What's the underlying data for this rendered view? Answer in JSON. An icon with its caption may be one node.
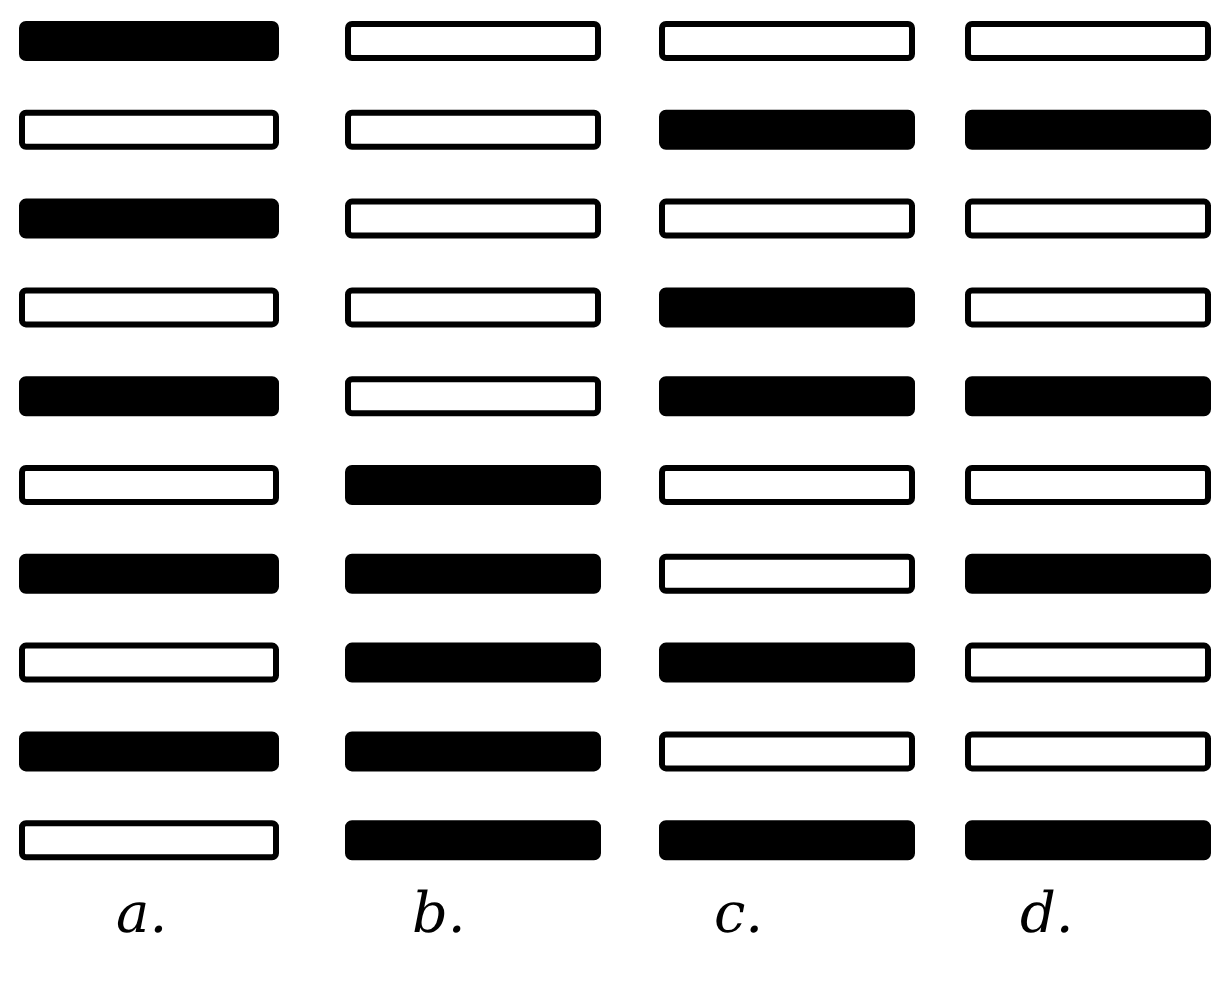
{
  "diagram": {
    "labels": [
      "a.",
      "b.",
      "c.",
      "d."
    ]
  }
}
